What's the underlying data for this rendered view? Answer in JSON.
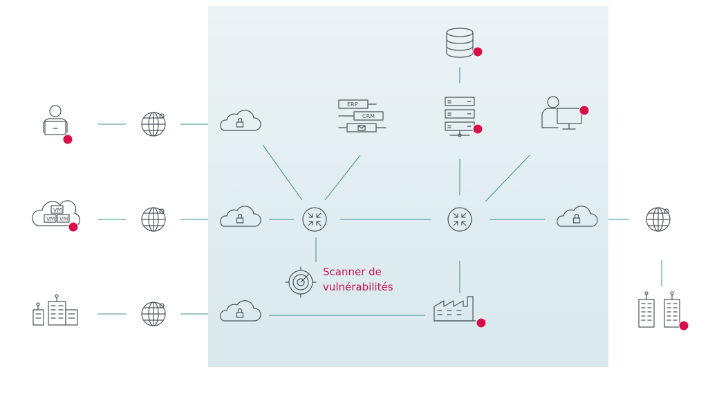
{
  "zone": {
    "background": "#dceaee"
  },
  "colors": {
    "accent": "#d70f4a",
    "line": "#3e8a94",
    "icon": "#4a5359"
  },
  "scanner": {
    "line1": "Scanner de",
    "line2": "vulnérabilités"
  },
  "apps": {
    "erp": "ERP",
    "crm": "CRM"
  },
  "vm_tags": [
    "VM",
    "VM",
    "VM"
  ],
  "icons": [
    "laptop-user-icon",
    "globe-icon",
    "cloud-lock-icon",
    "app-stack-icon",
    "database-icon",
    "server-rack-icon",
    "workstation-user-icon",
    "router-icon",
    "vm-cloud-icon",
    "office-buildings-icon",
    "radar-scanner-icon",
    "factory-icon"
  ]
}
